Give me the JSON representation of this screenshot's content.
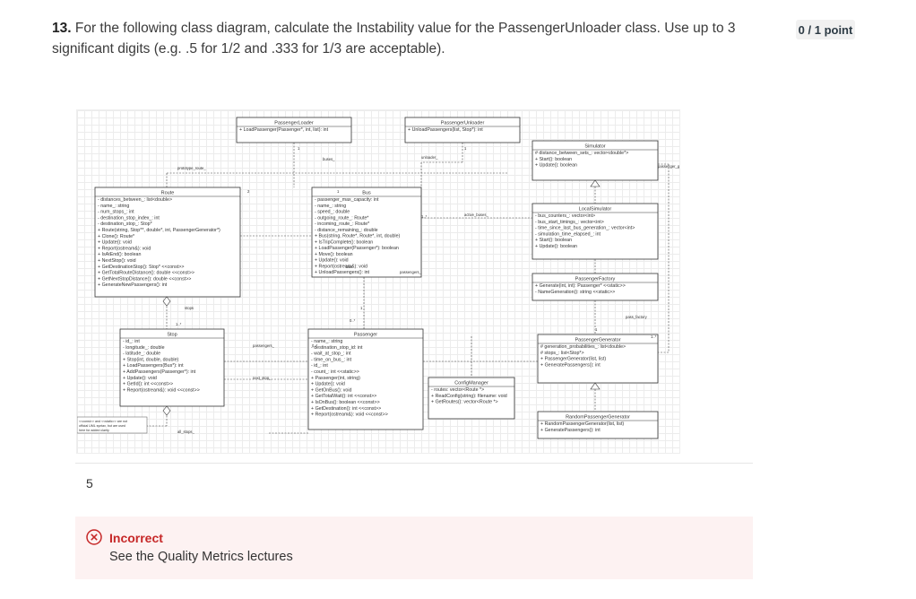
{
  "question": {
    "number": "13.",
    "text": "For the following class diagram, calculate the Instability value for the PassengerUnloader class. Use up to 3 significant digits (e.g. .5 for 1/2 and .333 for 1/3 are acceptable)."
  },
  "score": "0 / 1 point",
  "diagram": {
    "classes": [
      {
        "name": "PassengerLoader",
        "members": [
          "+ LoadPassenger(Passenger*, int, list): int"
        ]
      },
      {
        "name": "PassengerUnloader",
        "members": [
          "+ UnloadPassengers(list, Stop*): int"
        ]
      },
      {
        "name": "Simulator",
        "members": [
          "# distance_between_sets_: vector<double*>",
          "+ Start(): boolean",
          "+ Update(): boolean"
        ]
      },
      {
        "name": "Route",
        "members": [
          "- distances_between_: list<double>",
          "- name_: string",
          "- num_stops_: int",
          "- destination_stop_index_: int",
          "- destination_stop_: Stop*",
          "+ Route(string, Stop**, double*, int, PassengerGenerator*)",
          "+ Clone(): Route*",
          "+ Update(): void",
          "+ Report(ostream&): void",
          "+ IsAtEnd(): boolean",
          "+ NextStop(): void",
          "+ GetDestinationStop(): Stop* <<const>>",
          "+ GetTotalRouteDistance(): double <<const>>",
          "+ GetNextStopDistance(): double <<const>>",
          "+ GenerateNewPassengers(): int"
        ]
      },
      {
        "name": "Bus",
        "members": [
          "- passenger_max_capacity: int",
          "- name_: string",
          "- speed_: double",
          "- outgoing_route_: Route*",
          "- incoming_route_: Route*",
          "- distance_remaining_: double",
          "+ Bus(string, Route*, Route*, int, double)",
          "+ IsTripComplete(): boolean",
          "+ LoadPassenger(Passenger*): boolean",
          "+ Move(): boolean",
          "+ Update(): void",
          "+ Report(ostream&): void",
          "+ UnloadPassengers(): int"
        ]
      },
      {
        "name": "LocalSimulator",
        "members": [
          "- bus_counters_: vector<int>",
          "- bus_start_timings_: vector<int>",
          "- time_since_last_bus_generation_: vector<int>",
          "- simulation_time_elapsed_: int",
          "+ Start(): boolean",
          "+ Update(): boolean"
        ]
      },
      {
        "name": "PassengerFactory",
        "members": [
          "+ Generate(int, int): Passenger* <<static>>",
          "- NameGeneration(): string <<static>>"
        ]
      },
      {
        "name": "Stop",
        "members": [
          "- id_: int",
          "- longitude_: double",
          "- latitude_: double",
          "+ Stop(int, double, double)",
          "+ LoadPassengers(Bus*): int",
          "+ AddPassengers(Passenger*): int",
          "+ Update(): void",
          "+ GetId(): int <<const>>",
          "+ Report(ostream&): void <<const>>"
        ]
      },
      {
        "name": "Passenger",
        "members": [
          "- name_: string",
          "- destination_stop_id: int",
          "- wait_at_stop_: int",
          "- time_on_bus_: int",
          "- id_: int",
          "- count_: int <<static>>",
          "+ Passenger(int, string)",
          "+ Update(): void",
          "+ GetOnBus(): void",
          "+ GetTotalWait(): int <<const>>",
          "+ IsOnBus(): boolean <<const>>",
          "+ GetDestination(): int <<const>>",
          "+ Report(ostream&): void <<const>>"
        ]
      },
      {
        "name": "ConfigManager",
        "members": [
          "- routes: vector<Route *>",
          "+ ReadConfig(string): filename: void",
          "+ GetRoutes(): vector<Route *>"
        ]
      },
      {
        "name": "PassengerGenerator",
        "members": [
          "# generation_probabilities_: list<double>",
          "# stops_: list<Stop*>",
          "+ PassengerGenerator(list, list)",
          "+ GeneratePassengers(): int"
        ]
      },
      {
        "name": "RandomPassengerGenerator",
        "members": [
          "+ RandomPassengerGenerator(list, list)",
          "+ GeneratePassengers(): int"
        ]
      }
    ],
    "edge_labels": [
      "prototype_route_",
      "buses_",
      "unloader_",
      "active_buses_",
      "passenger_generator_",
      "passengers_",
      "Bus",
      "passengers_",
      "next_stop_",
      "pass_factory",
      "stops",
      "all_stops_",
      "1",
      "1",
      "1",
      "1",
      "1",
      "0..*",
      "1..*",
      "1..*",
      "0..*",
      "1..*",
      "2"
    ],
    "note": "<<const>> and <<static>> are not official UML syntax, but are used here for added clarity"
  },
  "answer": {
    "value": "5"
  },
  "feedback": {
    "title": "Incorrect",
    "text": "See the Quality Metrics lectures"
  }
}
